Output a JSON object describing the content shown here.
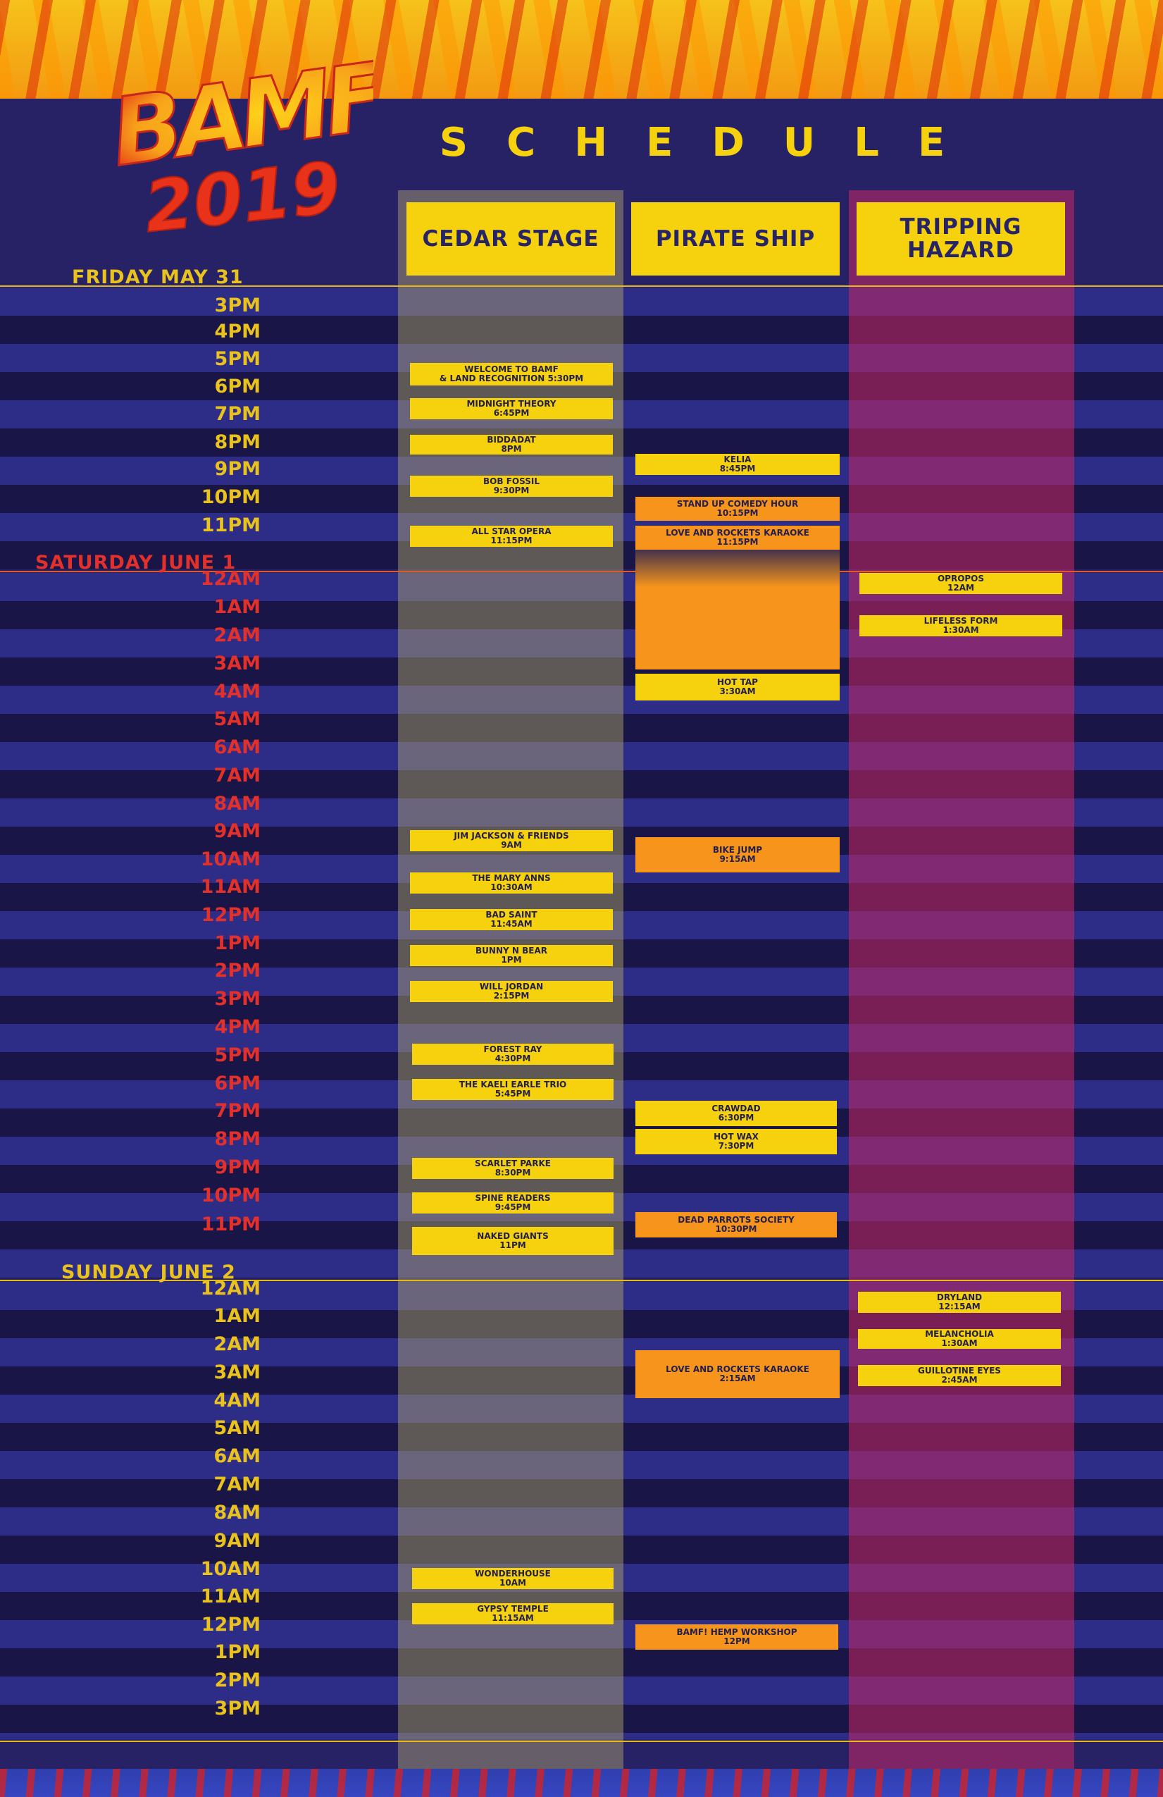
{
  "header": {
    "title": "SCHEDULE",
    "logo_text": "BAMF!",
    "logo_year": "2019"
  },
  "venues": [
    {
      "name": "CEDAR STAGE"
    },
    {
      "name": "PIRATE SHIP"
    },
    {
      "name": "TRIPPING\nHAZARD"
    }
  ],
  "days": [
    {
      "label": "FRIDAY MAY 31",
      "color": "#e9c21d"
    },
    {
      "label": "SATURDAY JUNE 1",
      "color": "#e2302a"
    },
    {
      "label": "SUNDAY JUNE 2",
      "color": "#e9c21d"
    }
  ],
  "times": [
    "3PM",
    "4PM",
    "5PM",
    "6PM",
    "7PM",
    "8PM",
    "9PM",
    "10PM",
    "11PM",
    "12AM",
    "1AM",
    "2AM",
    "3AM",
    "4AM",
    "5AM",
    "6AM",
    "7AM",
    "8AM",
    "9AM",
    "10AM",
    "11AM",
    "12PM",
    "1PM",
    "2PM",
    "3PM",
    "4PM",
    "5PM",
    "6PM",
    "7PM",
    "8PM",
    "9PM",
    "10PM",
    "11PM",
    "12AM",
    "1AM",
    "2AM",
    "3AM",
    "4AM",
    "5AM",
    "6AM",
    "7AM",
    "8AM",
    "9AM",
    "10AM",
    "11AM",
    "12PM",
    "1PM",
    "2PM",
    "3PM"
  ],
  "events": [
    {
      "venue": "cedar",
      "name": "WELCOME TO BAMF\n& LAND RECOGNITION 5:30PM",
      "time": "",
      "style": "yellow"
    },
    {
      "venue": "cedar",
      "name": "MIDNIGHT THEORY",
      "time": "6:45PM",
      "style": "yellow"
    },
    {
      "venue": "cedar",
      "name": "BIDDADAT",
      "time": "8PM",
      "style": "yellow"
    },
    {
      "venue": "cedar",
      "name": "BOB FOSSIL",
      "time": "9:30PM",
      "style": "yellow"
    },
    {
      "venue": "cedar",
      "name": "ALL STAR OPERA",
      "time": "11:15PM",
      "style": "yellow"
    },
    {
      "venue": "pirate",
      "name": "KELIA",
      "time": "8:45PM",
      "style": "yellow"
    },
    {
      "venue": "pirate",
      "name": "STAND UP COMEDY HOUR",
      "time": "10:15PM",
      "style": "orange"
    },
    {
      "venue": "pirate",
      "name": "LOVE AND ROCKETS KARAOKE",
      "time": "11:15PM",
      "style": "orange"
    },
    {
      "venue": "pirate",
      "name": "HOT TAP",
      "time": "3:30AM",
      "style": "yellow"
    },
    {
      "venue": "hazard",
      "name": "OPROPOS",
      "time": "12AM",
      "style": "yellow"
    },
    {
      "venue": "hazard",
      "name": "LIFELESS FORM",
      "time": "1:30AM",
      "style": "yellow"
    },
    {
      "venue": "cedar",
      "name": "JIM JACKSON & FRIENDS",
      "time": "9AM",
      "style": "yellow"
    },
    {
      "venue": "pirate",
      "name": "BIKE JUMP",
      "time": "9:15AM",
      "style": "orange"
    },
    {
      "venue": "cedar",
      "name": "THE MARY ANNS",
      "time": "10:30AM",
      "style": "yellow"
    },
    {
      "venue": "cedar",
      "name": "BAD SAINT",
      "time": "11:45AM",
      "style": "yellow"
    },
    {
      "venue": "cedar",
      "name": "BUNNY N BEAR",
      "time": "1PM",
      "style": "yellow"
    },
    {
      "venue": "cedar",
      "name": "WILL JORDAN",
      "time": "2:15PM",
      "style": "yellow"
    },
    {
      "venue": "cedar",
      "name": "FOREST RAY",
      "time": "4:30PM",
      "style": "yellow"
    },
    {
      "venue": "cedar",
      "name": "THE KAELI EARLE TRIO",
      "time": "5:45PM",
      "style": "yellow"
    },
    {
      "venue": "pirate",
      "name": "CRAWDAD",
      "time": "6:30PM",
      "style": "yellow"
    },
    {
      "venue": "pirate",
      "name": "HOT WAX",
      "time": "7:30PM",
      "style": "yellow"
    },
    {
      "venue": "cedar",
      "name": "SCARLET PARKE",
      "time": "8:30PM",
      "style": "yellow"
    },
    {
      "venue": "cedar",
      "name": "SPINE READERS",
      "time": "9:45PM",
      "style": "yellow"
    },
    {
      "venue": "pirate",
      "name": "DEAD PARROTS SOCIETY",
      "time": "10:30PM",
      "style": "orange"
    },
    {
      "venue": "cedar",
      "name": "NAKED GIANTS",
      "time": "11PM",
      "style": "yellow"
    },
    {
      "venue": "hazard",
      "name": "DRYLAND",
      "time": "12:15AM",
      "style": "yellow"
    },
    {
      "venue": "hazard",
      "name": "MELANCHOLIA",
      "time": "1:30AM",
      "style": "yellow"
    },
    {
      "venue": "pirate",
      "name": "LOVE AND ROCKETS KARAOKE",
      "time": "2:15AM",
      "style": "orange"
    },
    {
      "venue": "hazard",
      "name": "GUILLOTINE EYES",
      "time": "2:45AM",
      "style": "yellow"
    },
    {
      "venue": "cedar",
      "name": "WONDERHOUSE",
      "time": "10AM",
      "style": "yellow"
    },
    {
      "venue": "cedar",
      "name": "GYPSY TEMPLE",
      "time": "11:15AM",
      "style": "yellow"
    },
    {
      "venue": "pirate",
      "name": "BAMF! HEMP WORKSHOP",
      "time": "12PM",
      "style": "orange"
    }
  ],
  "colors": {
    "panel": "#272266",
    "accent_yellow": "#f5d10e",
    "accent_orange": "#f6941c",
    "time_yellow": "#e9c21d",
    "time_red": "#e2302a"
  }
}
